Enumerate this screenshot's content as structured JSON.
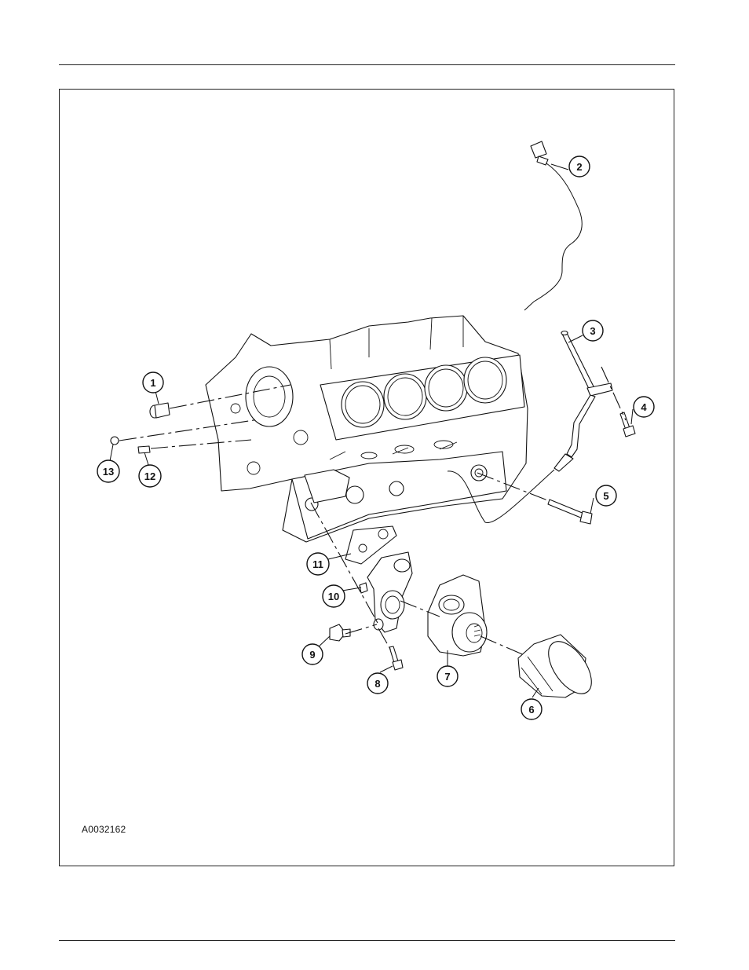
{
  "figure_id": "A0032162",
  "callouts": [
    "1",
    "2",
    "3",
    "4",
    "5",
    "6",
    "7",
    "8",
    "9",
    "10",
    "11",
    "12",
    "13"
  ]
}
